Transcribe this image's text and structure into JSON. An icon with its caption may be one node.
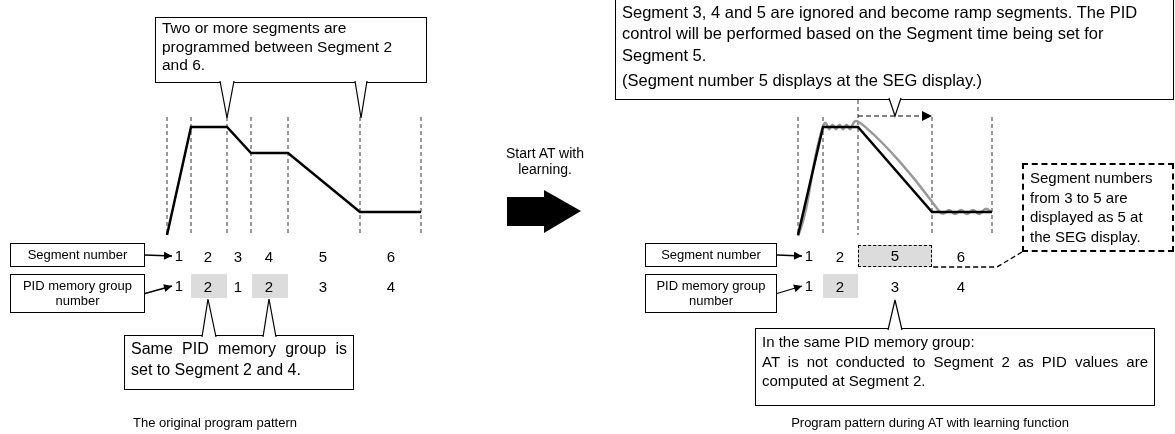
{
  "diagram": {
    "nodes": [
      {
        "text": [
          "Two or more segments are programmed between Segment 2 and 6."
        ]
      },
      {
        "text": [
          "Segment number"
        ]
      },
      {
        "text": [
          "PID memory group number"
        ]
      },
      {
        "text": [
          "Same PID memory group is set to Segment 2 and 4."
        ]
      },
      {
        "text": [
          "Segment 3, 4 and 5 are ignored and become ramp segments. The PID control will be performed based on the Segment time being set for Segment 5.",
          "(Segment number 5 displays at the SEG display.)"
        ]
      },
      {
        "text": [
          "Segment number"
        ]
      },
      {
        "text": [
          "PID memory group number"
        ]
      },
      {
        "text": [
          "Segment numbers from 3 to 5 are displayed as 5 at the SEG display."
        ]
      },
      {
        "text": [
          "In the same PID memory group:",
          "AT is not conducted to Segment 2 as PID values are computed at Segment 2."
        ]
      },
      {
        "text": [
          "1"
        ]
      },
      {
        "text": [
          "1"
        ]
      },
      {
        "text": [
          "1"
        ]
      },
      {
        "text": [
          "1"
        ]
      },
      {
        "text": [
          "5"
        ]
      }
    ],
    "edges": [
      {
        "from": 1,
        "to": 9,
        "arrow": "to"
      },
      {
        "from": 2,
        "to": 10,
        "arrow": "to"
      },
      {
        "from": 5,
        "to": 11,
        "arrow": "to"
      },
      {
        "from": 6,
        "to": 12,
        "arrow": "to"
      },
      {
        "from": 7,
        "to": 13,
        "arrow": "none",
        "style": "dashed"
      }
    ],
    "labels": [
      "2",
      "3",
      "4",
      "5",
      "6",
      "2",
      "1",
      "2",
      "3",
      "4",
      "Start AT with learning.",
      "2",
      "6",
      "2",
      "3",
      "4",
      "The original program pattern",
      "Program pattern during AT with learning function"
    ]
  }
}
